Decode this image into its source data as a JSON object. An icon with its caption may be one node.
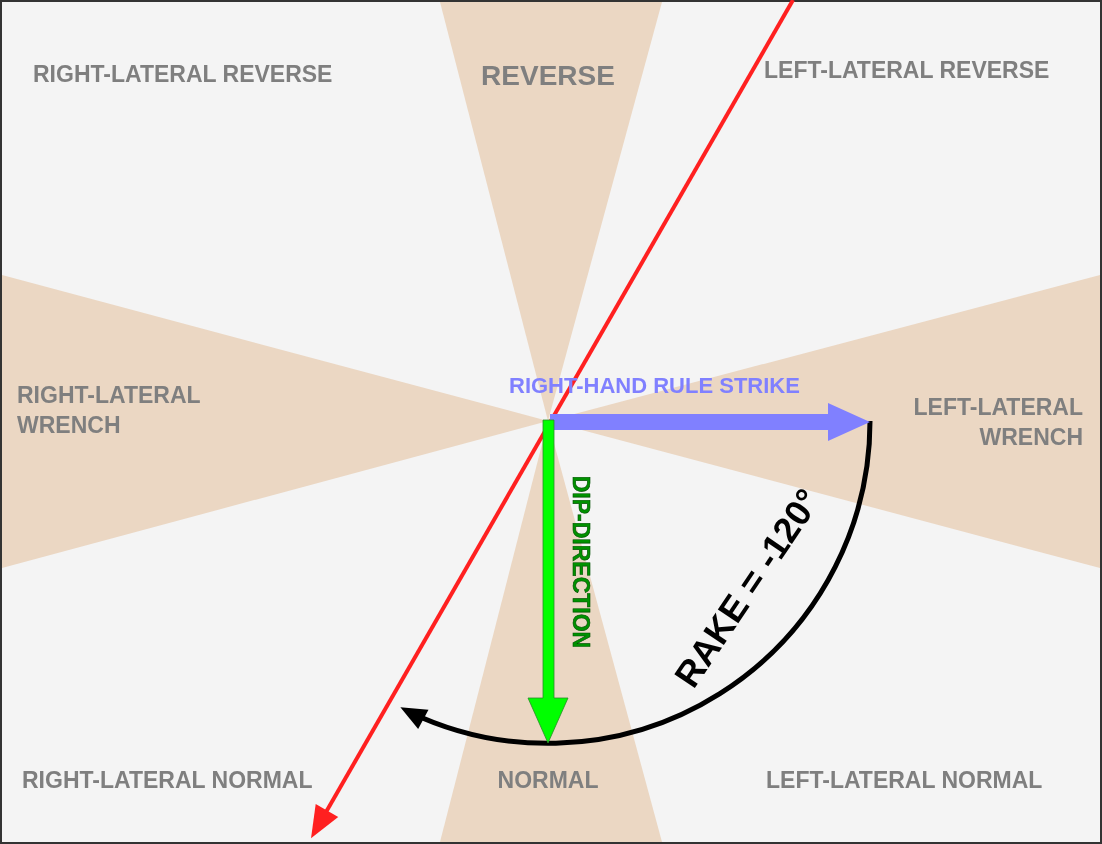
{
  "diagram": {
    "labels": [
      "RIGHT-LATERAL REVERSE",
      "REVERSE",
      "LEFT-LATERAL REVERSE",
      "RIGHT-HAND RULE STRIKE",
      "RIGHT-LATERAL WRENCH",
      "LEFT-LATERAL WRENCH",
      "DIP-DIRECTION",
      "RAKE = -120°",
      "RIGHT-LATERAL NORMAL",
      "NORMAL",
      "LEFT-LATERAL NORMAL"
    ]
  }
}
